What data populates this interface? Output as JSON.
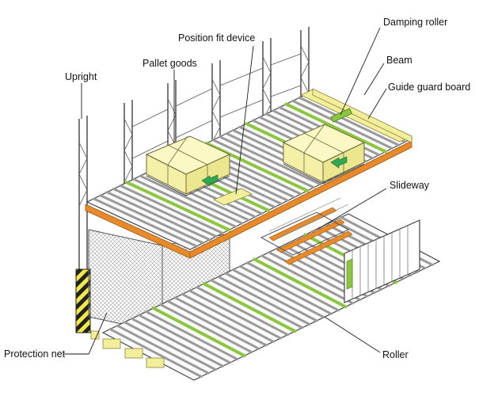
{
  "labels": {
    "upright": "Upright",
    "pallet_goods": "Pallet goods",
    "position_fit_device": "Position fit device",
    "damping_roller": "Damping roller",
    "beam": "Beam",
    "guide_guard_board": "Guide guard board",
    "slideway": "Slideway",
    "protection_net": "Protection net",
    "roller": "Roller"
  },
  "colors": {
    "beam": "#e8892a",
    "pallet_goods": "#f4f0a8",
    "pallet_edge": "#6b6b3a",
    "accent_roller": "#8cc63f",
    "guide_board": "#f2ee9a",
    "stripe_dark": "#222222",
    "stripe_light": "#f2e84a",
    "net": "#777777",
    "frame": "#333333",
    "background": "#ffffff"
  }
}
